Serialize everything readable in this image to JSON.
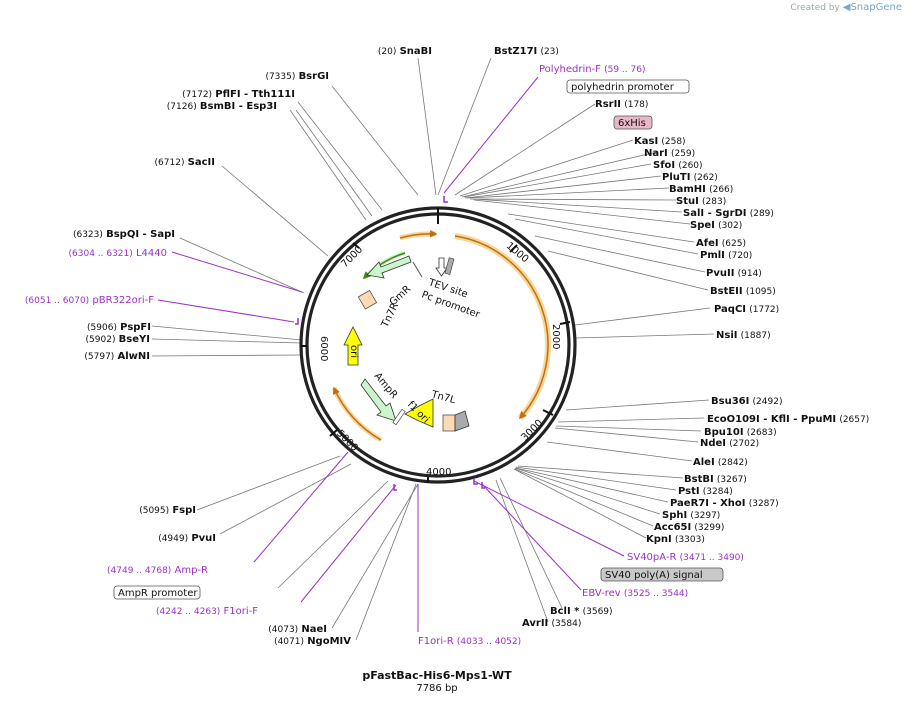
{
  "credit": {
    "prefix": "Created by",
    "brand": "SnapGene"
  },
  "plasmid": {
    "name": "pFastBac-His6-Mps1-WT",
    "size_label": "7786 bp",
    "length": 7786
  },
  "colors": {
    "backbone": "#222222",
    "primer": "#9b30c8",
    "orange": "#e0a030",
    "green": "#55aa33",
    "yellow": "#ffff00",
    "pale_green": "#ccf5cc",
    "peach": "#ffd9b3",
    "gray": "#aaaaaa",
    "his_tag": "#e6b8c8"
  },
  "ticks": [
    "1000",
    "2000",
    "3000",
    "4000",
    "5000",
    "6000",
    "7000"
  ],
  "features": [
    {
      "label": "TEV site"
    },
    {
      "label": "Pc promoter"
    },
    {
      "label": "GmR"
    },
    {
      "label": "Tn7R"
    },
    {
      "label": "ori"
    },
    {
      "label": "AmpR"
    },
    {
      "label": "f1 ori"
    },
    {
      "label": "Tn7L"
    }
  ],
  "sites": [
    {
      "name": "SnaBI",
      "pos": "(20)",
      "side": "L"
    },
    {
      "name": "BstZ17I",
      "pos": "(23)",
      "side": "R"
    },
    {
      "name": "Polyhedrin-F",
      "pos": "(59 .. 76)",
      "side": "R",
      "kind": "primer"
    },
    {
      "name": "polyhedrin promoter",
      "side": "R",
      "kind": "box"
    },
    {
      "name": "RsrII",
      "pos": "(178)",
      "side": "R"
    },
    {
      "name": "6xHis",
      "side": "R",
      "kind": "his"
    },
    {
      "name": "KasI",
      "pos": "(258)",
      "side": "R"
    },
    {
      "name": "NarI",
      "pos": "(259)",
      "side": "R"
    },
    {
      "name": "SfoI",
      "pos": "(260)",
      "side": "R"
    },
    {
      "name": "PluTI",
      "pos": "(262)",
      "side": "R"
    },
    {
      "name": "BamHI",
      "pos": "(266)",
      "side": "R"
    },
    {
      "name": "StuI",
      "pos": "(283)",
      "side": "R"
    },
    {
      "name": "SalI   - SgrDI",
      "pos": "(289)",
      "side": "R"
    },
    {
      "name": "SpeI",
      "pos": "(302)",
      "side": "R"
    },
    {
      "name": "AfeI",
      "pos": "(625)",
      "side": "R"
    },
    {
      "name": "PmlI",
      "pos": "(720)",
      "side": "R"
    },
    {
      "name": "PvuII",
      "pos": "(914)",
      "side": "R"
    },
    {
      "name": "BstEII",
      "pos": "(1095)",
      "side": "R"
    },
    {
      "name": "PaqCI",
      "pos": "(1772)",
      "side": "R"
    },
    {
      "name": "NsiI",
      "pos": "(1887)",
      "side": "R"
    },
    {
      "name": "Bsu36I",
      "pos": "(2492)",
      "side": "R"
    },
    {
      "name": "EcoO109I   - KflI   - PpuMI",
      "pos": "(2657)",
      "side": "R"
    },
    {
      "name": "Bpu10I",
      "pos": "(2683)",
      "side": "R"
    },
    {
      "name": "NdeI",
      "pos": "(2702)",
      "side": "R"
    },
    {
      "name": "AleI",
      "pos": "(2842)",
      "side": "R"
    },
    {
      "name": "BstBI",
      "pos": "(3267)",
      "side": "R"
    },
    {
      "name": "PstI",
      "pos": "(3284)",
      "side": "R"
    },
    {
      "name": "PaeR7I   - XhoI",
      "pos": "(3287)",
      "side": "R"
    },
    {
      "name": "SphI",
      "pos": "(3297)",
      "side": "R"
    },
    {
      "name": "Acc65I",
      "pos": "(3299)",
      "side": "R"
    },
    {
      "name": "KpnI",
      "pos": "(3303)",
      "side": "R"
    },
    {
      "name": "SV40pA-R",
      "pos": "(3471 .. 3490)",
      "side": "R",
      "kind": "primer"
    },
    {
      "name": "SV40 poly(A) signal",
      "side": "R",
      "kind": "graybox"
    },
    {
      "name": "EBV-rev",
      "pos": "(3525 .. 3544)",
      "side": "R",
      "kind": "primer"
    },
    {
      "name": "BclI *",
      "pos": "(3569)",
      "side": "R"
    },
    {
      "name": "AvrII",
      "pos": "(3584)",
      "side": "R"
    },
    {
      "name": "F1ori-R",
      "pos": "(4033 .. 4052)",
      "side": "R",
      "kind": "primer"
    },
    {
      "name": "NaeI",
      "pos": "(4073)",
      "side": "L"
    },
    {
      "name": "NgoMIV",
      "pos": "(4071)",
      "side": "L"
    },
    {
      "name": "F1ori-F",
      "pos": "(4242 .. 4263)",
      "side": "L",
      "kind": "primer"
    },
    {
      "name": "AmpR promoter",
      "side": "L",
      "kind": "box"
    },
    {
      "name": "Amp-R",
      "pos": "(4749 .. 4768)",
      "side": "L",
      "kind": "primer"
    },
    {
      "name": "PvuI",
      "pos": "(4949)",
      "side": "L"
    },
    {
      "name": "FspI",
      "pos": "(5095)",
      "side": "L"
    },
    {
      "name": "AlwNI",
      "pos": "(5797)",
      "side": "L"
    },
    {
      "name": "BseYI",
      "pos": "(5902)",
      "side": "L"
    },
    {
      "name": "PspFI",
      "pos": "(5906)",
      "side": "L"
    },
    {
      "name": "pBR322ori-F",
      "pos": "(6051 .. 6070)",
      "side": "L",
      "kind": "primer"
    },
    {
      "name": "L4440",
      "pos": "(6304 .. 6321)",
      "side": "L",
      "kind": "primer"
    },
    {
      "name": "BspQI   - SapI",
      "pos": "(6323)",
      "side": "L"
    },
    {
      "name": "SacII",
      "pos": "(6712)",
      "side": "L"
    },
    {
      "name": "BsmBI   - Esp3I",
      "pos": "(7126)",
      "side": "L"
    },
    {
      "name": "PflFI   - Tth111I",
      "pos": "(7172)",
      "side": "L"
    },
    {
      "name": "BsrGI",
      "pos": "(7335)",
      "side": "L"
    }
  ]
}
